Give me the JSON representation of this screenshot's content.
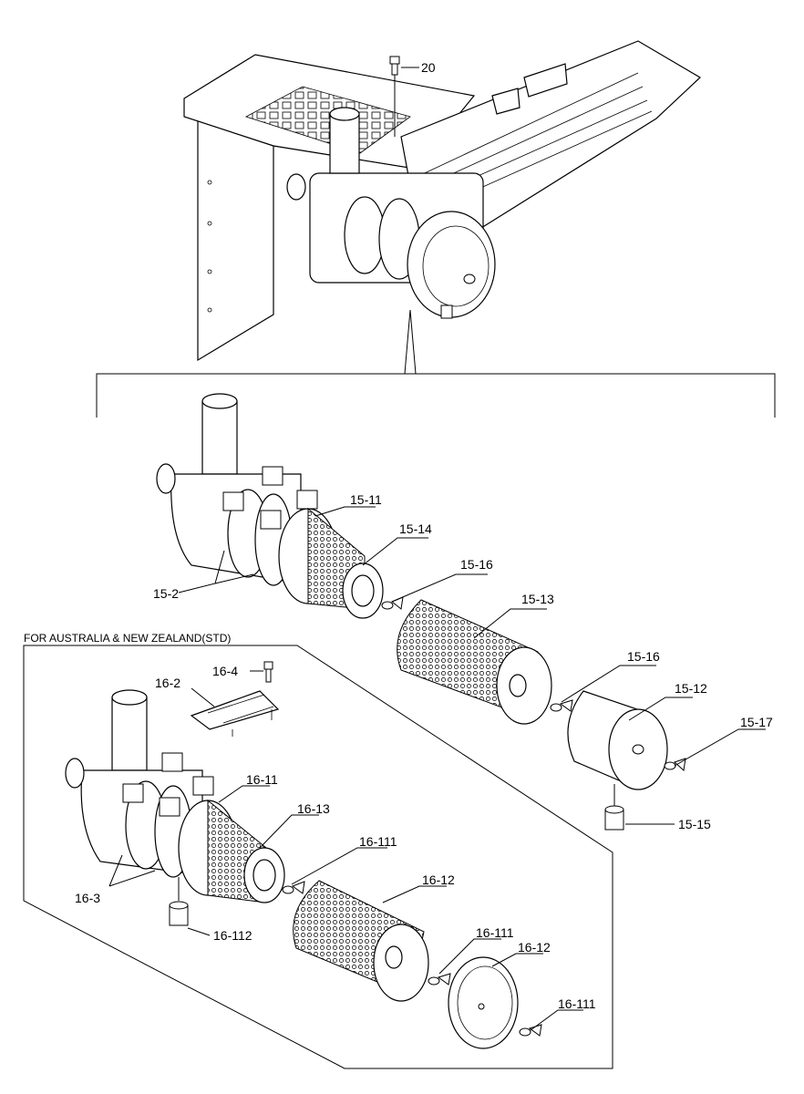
{
  "variant_note": "FOR AUSTRALIA & NEW ZEALAND(STD)",
  "callouts": {
    "c20": "20",
    "c15_11": "15-11",
    "c15_14": "15-14",
    "c15_16a": "15-16",
    "c15_13": "15-13",
    "c15_2": "15-2",
    "c15_16b": "15-16",
    "c15_12": "15-12",
    "c15_17": "15-17",
    "c15_15": "15-15",
    "c16_4": "16-4",
    "c16_2": "16-2",
    "c16_11": "16-11",
    "c16_13": "16-13",
    "c16_111a": "16-111",
    "c16_12a": "16-12",
    "c16_3": "16-3",
    "c16_111b": "16-111",
    "c16_12b": "16-12",
    "c16_112": "16-112",
    "c16_111c": "16-111"
  }
}
